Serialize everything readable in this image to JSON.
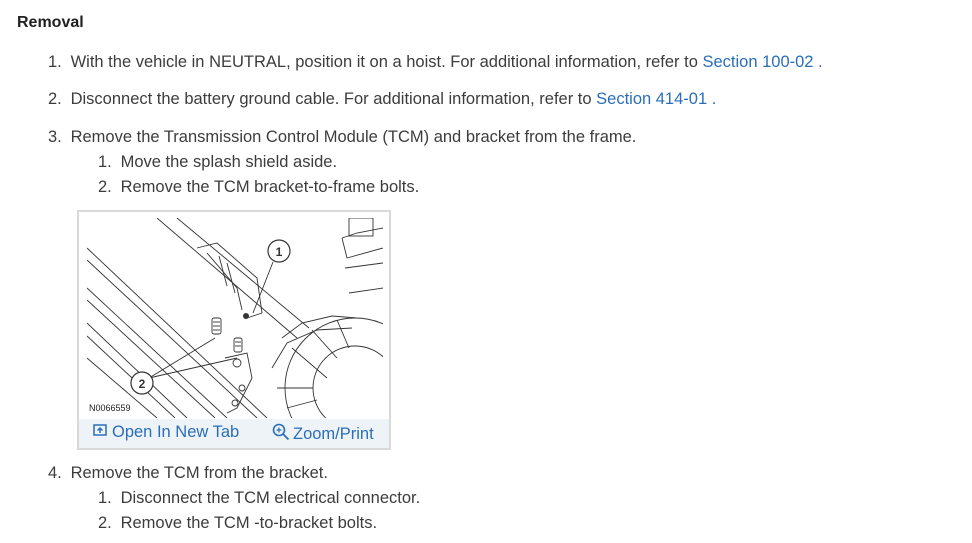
{
  "section": {
    "heading": "Removal"
  },
  "steps": [
    {
      "num": "1.",
      "text": "With the vehicle in NEUTRAL, position it on a hoist. For additional information, refer to ",
      "link": "Section  100-02",
      "suffix": " ."
    },
    {
      "num": "2.",
      "text": "Disconnect the battery ground cable. For additional information, refer to ",
      "link": "Section  414-01",
      "suffix": " ."
    },
    {
      "num": "3.",
      "text": "Remove the Transmission Control Module (TCM) and bracket from the frame.",
      "substeps": [
        {
          "num": "1.",
          "text": "Move the splash shield aside."
        },
        {
          "num": "2.",
          "text": "Remove the TCM bracket-to-frame bolts."
        }
      ]
    },
    {
      "num": "4.",
      "text": "Remove the TCM from the bracket.",
      "substeps": [
        {
          "num": "1.",
          "text": "Disconnect the TCM electrical connector."
        },
        {
          "num": "2.",
          "text": "Remove the TCM -to-bracket bolts."
        }
      ]
    }
  ],
  "figure": {
    "id": "N0066559",
    "callouts": [
      "1",
      "2"
    ],
    "open_tab_label": "Open In New Tab",
    "zoom_label": "Zoom/Print",
    "open_tab_icon": "open-external-icon",
    "zoom_icon": "zoom-icon"
  },
  "colors": {
    "link": "#2a6ebb",
    "text": "#3c3c3c",
    "action_bar": "#eef3f8"
  }
}
